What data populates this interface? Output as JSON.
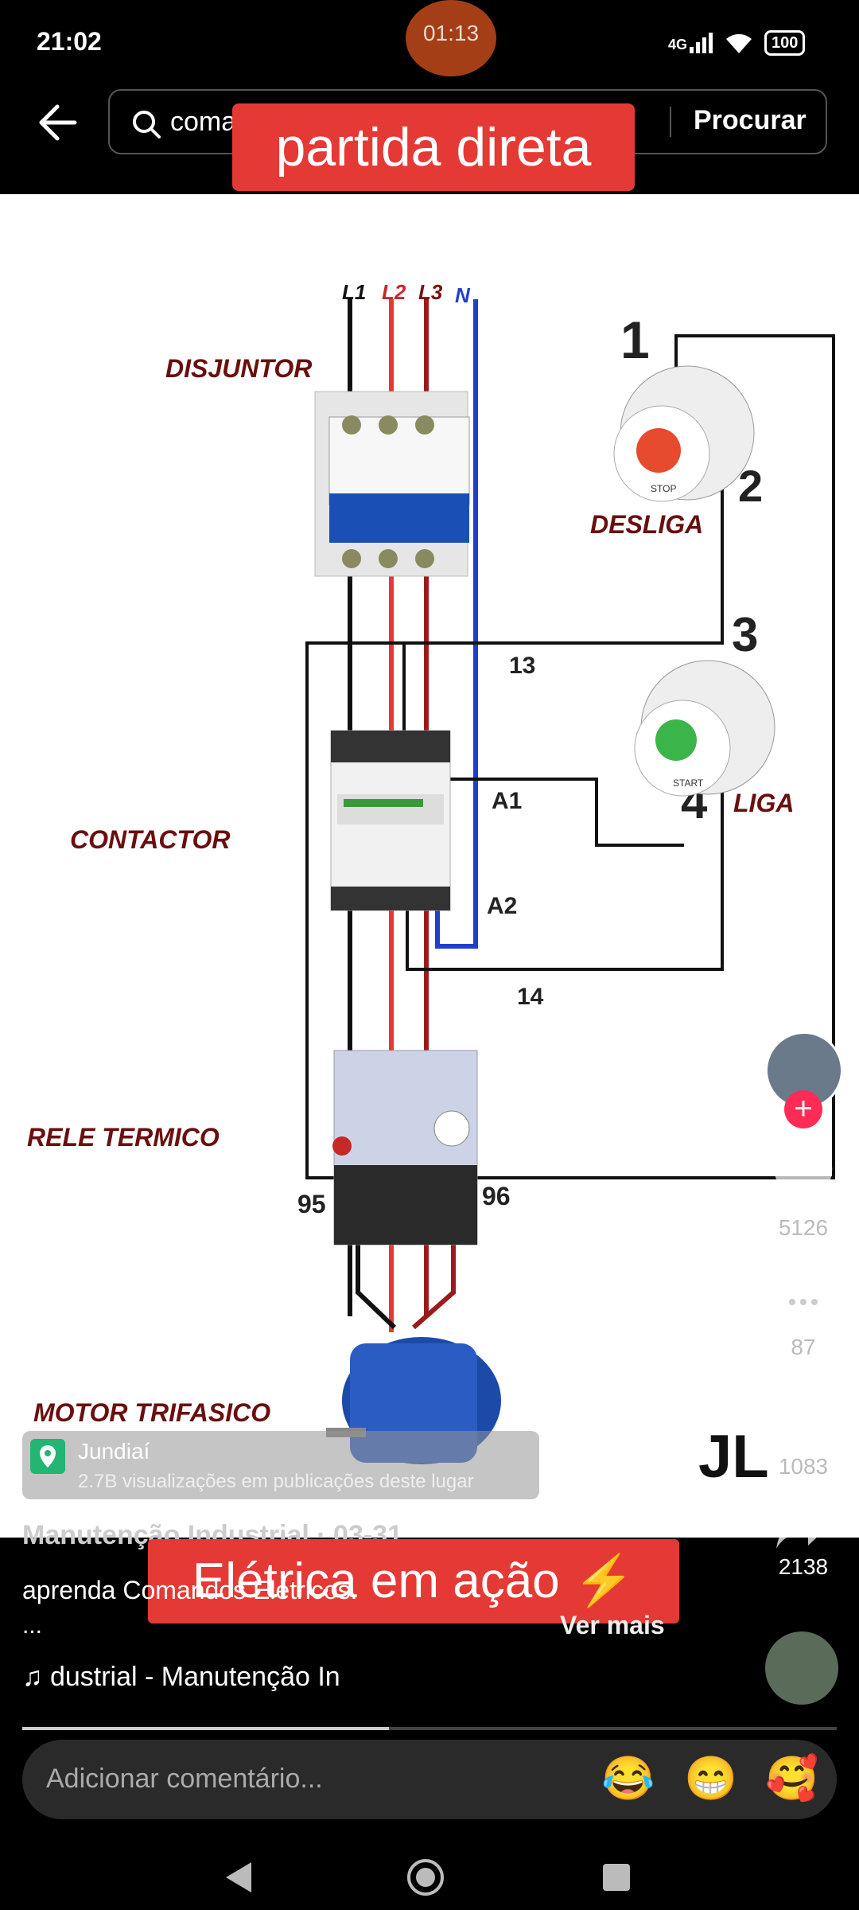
{
  "status": {
    "time": "21:02",
    "rec_time": "01:13",
    "network": "4G",
    "battery": "100"
  },
  "search": {
    "query": "comandos",
    "button": "Procurar"
  },
  "overlay_title": "partida direta",
  "diagram": {
    "labels": {
      "l1": "L1",
      "l2": "L2",
      "l3": "L3",
      "n": "N",
      "disjuntor": "DISJUNTOR",
      "contactor": "CONTACTOR",
      "rele": "RELE TERMICO",
      "motor": "MOTOR TRIFASICO",
      "desliga": "DESLIGA",
      "liga": "LIGA",
      "n1": "1",
      "n2": "2",
      "n3": "3",
      "n4": "4",
      "t13": "13",
      "t14": "14",
      "a1": "A1",
      "a2": "A2",
      "t95": "95",
      "t96": "96",
      "stop": "STOP",
      "start": "START",
      "watermark": "JL"
    },
    "colors": {
      "red": "#e53935",
      "darkred": "#9b1b1b",
      "blue": "#1f3fcc",
      "black": "#111111"
    }
  },
  "actions": {
    "likes": "5126",
    "comments": "87",
    "saves": "1083",
    "shares": "2138"
  },
  "location": {
    "name": "Jundiaí",
    "subtitle": "2.7B visualizações em publicações deste lugar"
  },
  "post": {
    "author": "Manutenção Industrial · 03-31",
    "banner": "Elétrica em ação ⚡",
    "caption": "aprenda Comandos Elétricos.",
    "ellipsis": "...",
    "more": "Ver mais",
    "music": "♫ dustrial - Manutenção In"
  },
  "playback": {
    "progress": 0.45
  },
  "comment": {
    "placeholder": "Adicionar comentário...",
    "emojis": [
      "😂",
      "😁",
      "🥰"
    ]
  }
}
